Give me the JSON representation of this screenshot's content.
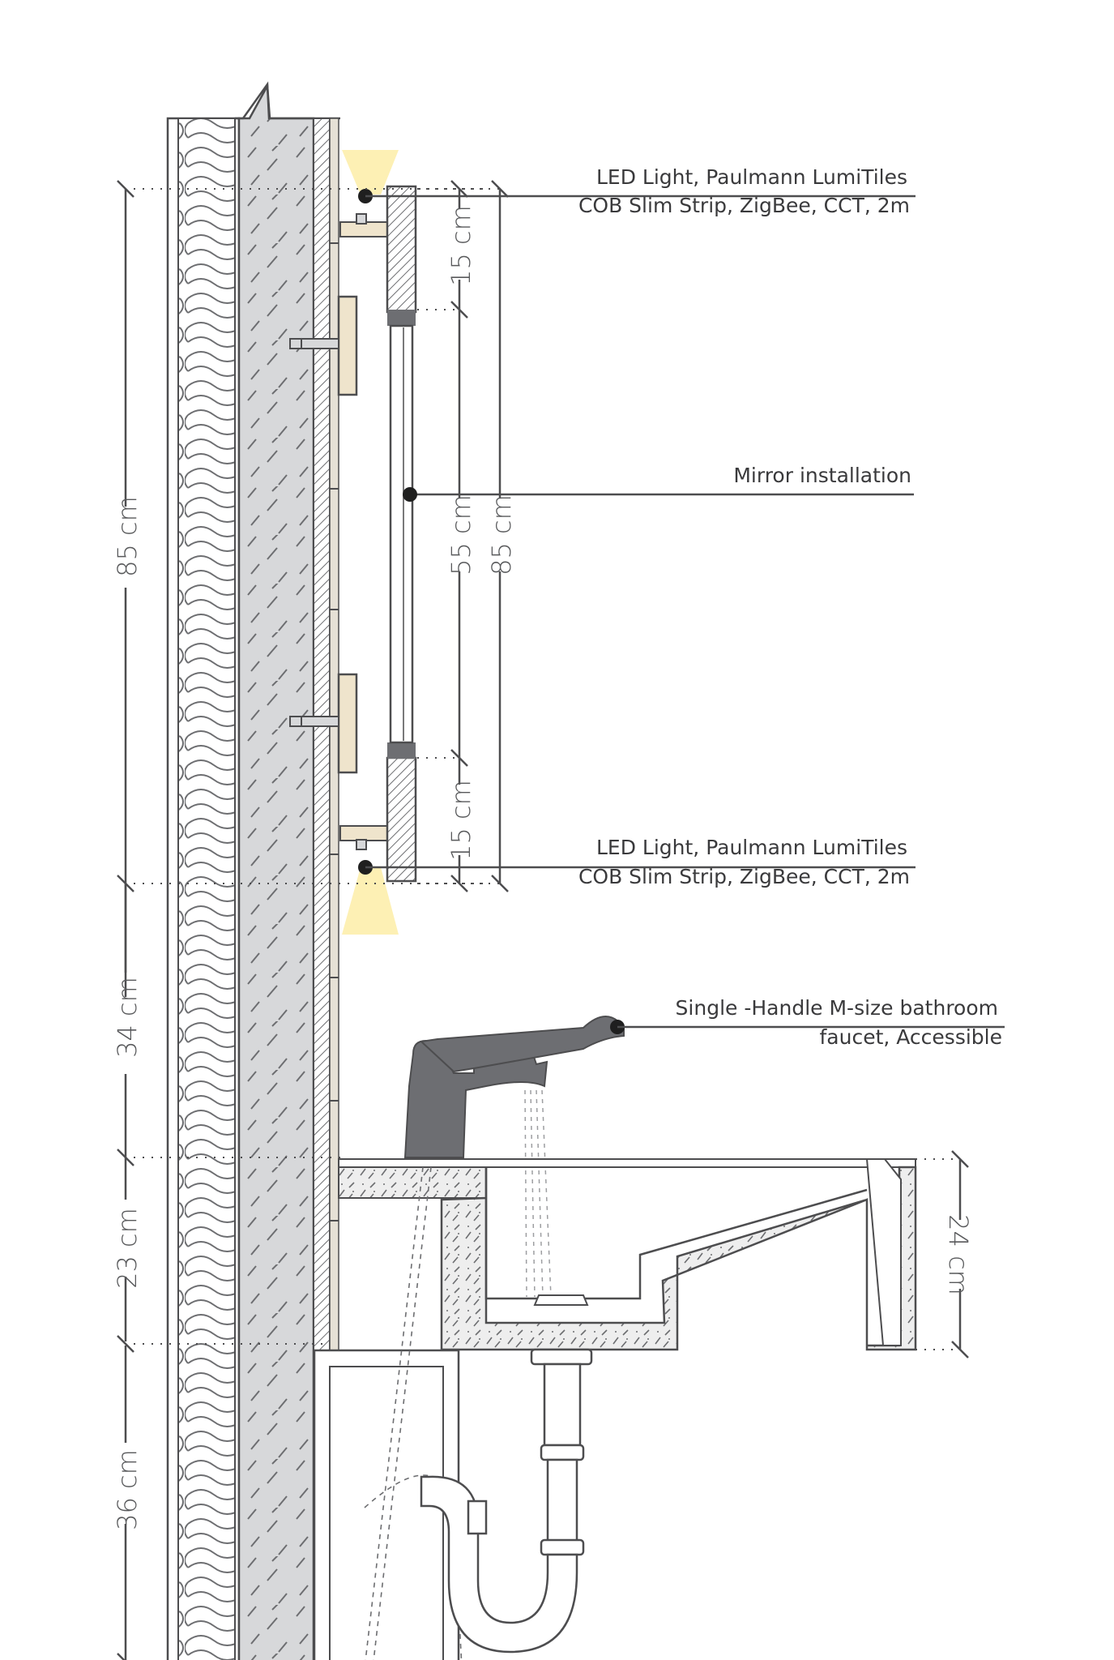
{
  "colors": {
    "line": "#4d4d4f",
    "concrete": "#d7d8da",
    "hatch": "#6d6e71",
    "wood": "#efe4cc",
    "tile": "#e6e1d6",
    "light_beam": "#fdf0b4",
    "faucet": "#6d6e72",
    "mirror": "#ffffff"
  },
  "dimensions": {
    "left_85": "85 cm",
    "left_34": "34 cm",
    "left_23": "23 cm",
    "left_36": "36 cm",
    "mirror_top_15": "15 cm",
    "mirror_55": "55 cm",
    "mirror_total_85": "85 cm",
    "mirror_bottom_15": "15 cm",
    "sink_24": "24 cm"
  },
  "callouts": {
    "led_top_line1": "LED Light, Paulmann LumiTiles",
    "led_top_line2": "COB Slim Strip, ZigBee, CCT, 2m",
    "mirror": "Mirror installation",
    "led_bottom_line1": "LED Light, Paulmann LumiTiles",
    "led_bottom_line2": "COB Slim Strip, ZigBee, CCT, 2m",
    "faucet_line1": "Single -Handle M-size bathroom",
    "faucet_line2": "faucet, Accessible"
  }
}
